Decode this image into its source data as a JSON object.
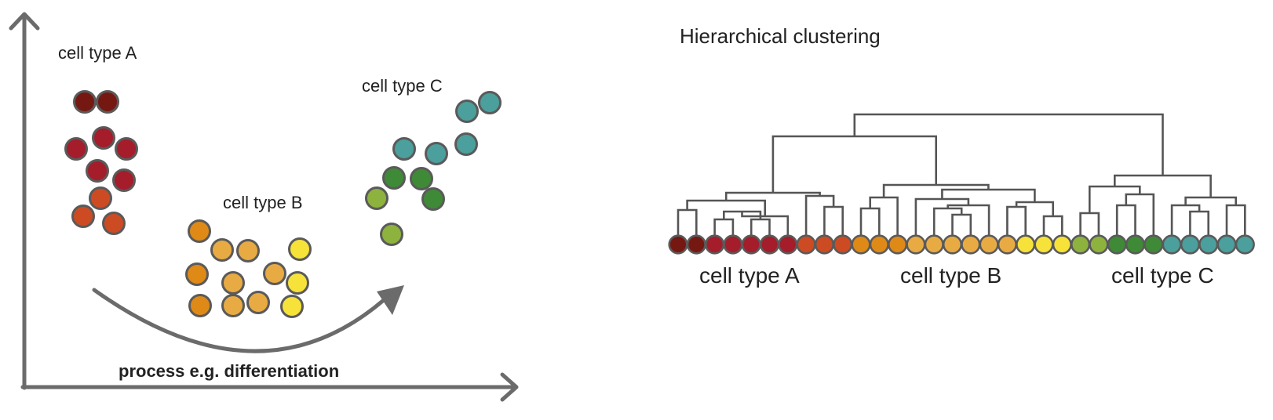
{
  "colors": {
    "axis": "#6b6b6b",
    "stroke": "#5a5a5a",
    "tree": "#555555",
    "text": "#222222",
    "dark_red": "#761812",
    "red": "#a51c2b",
    "orange_red": "#cd4b23",
    "orange": "#df8917",
    "light_orange": "#e8ab43",
    "yellow": "#f7e23a",
    "light_green": "#8db23e",
    "green": "#3f8a36",
    "teal": "#4b9f9c"
  },
  "scatter": {
    "labels": {
      "a": "cell type A",
      "b": "cell type B",
      "c": "cell type C"
    },
    "arrow_label": "process e.g. differentiation",
    "cells": [
      {
        "group": "A",
        "color": "dark_red"
      },
      {
        "group": "A",
        "color": "dark_red"
      },
      {
        "group": "A",
        "color": "red"
      },
      {
        "group": "A",
        "color": "red"
      },
      {
        "group": "A",
        "color": "red"
      },
      {
        "group": "A",
        "color": "red"
      },
      {
        "group": "A",
        "color": "red"
      },
      {
        "group": "A",
        "color": "orange_red"
      },
      {
        "group": "A",
        "color": "orange_red"
      },
      {
        "group": "A",
        "color": "orange_red"
      },
      {
        "group": "B",
        "color": "orange"
      },
      {
        "group": "B",
        "color": "orange"
      },
      {
        "group": "B",
        "color": "orange"
      },
      {
        "group": "B",
        "color": "light_orange"
      },
      {
        "group": "B",
        "color": "light_orange"
      },
      {
        "group": "B",
        "color": "light_orange"
      },
      {
        "group": "B",
        "color": "light_orange"
      },
      {
        "group": "B",
        "color": "light_orange"
      },
      {
        "group": "B",
        "color": "light_orange"
      },
      {
        "group": "B",
        "color": "yellow"
      },
      {
        "group": "B",
        "color": "yellow"
      },
      {
        "group": "B",
        "color": "yellow"
      },
      {
        "group": "C",
        "color": "light_green"
      },
      {
        "group": "C",
        "color": "light_green"
      },
      {
        "group": "C",
        "color": "green"
      },
      {
        "group": "C",
        "color": "green"
      },
      {
        "group": "C",
        "color": "green"
      },
      {
        "group": "C",
        "color": "teal"
      },
      {
        "group": "C",
        "color": "teal"
      },
      {
        "group": "C",
        "color": "teal"
      },
      {
        "group": "C",
        "color": "teal"
      },
      {
        "group": "C",
        "color": "teal"
      }
    ]
  },
  "dendrogram": {
    "title": "Hierarchical clustering",
    "labels": {
      "a": "cell type A",
      "b": "cell type B",
      "c": "cell type C"
    },
    "leaves": [
      "dark_red",
      "dark_red",
      "red",
      "red",
      "red",
      "red",
      "red",
      "orange_red",
      "orange_red",
      "orange_red",
      "orange",
      "orange",
      "orange",
      "light_orange",
      "light_orange",
      "light_orange",
      "light_orange",
      "light_orange",
      "light_orange",
      "yellow",
      "yellow",
      "yellow",
      "light_green",
      "light_green",
      "green",
      "green",
      "green",
      "teal",
      "teal",
      "teal",
      "teal",
      "teal"
    ]
  }
}
